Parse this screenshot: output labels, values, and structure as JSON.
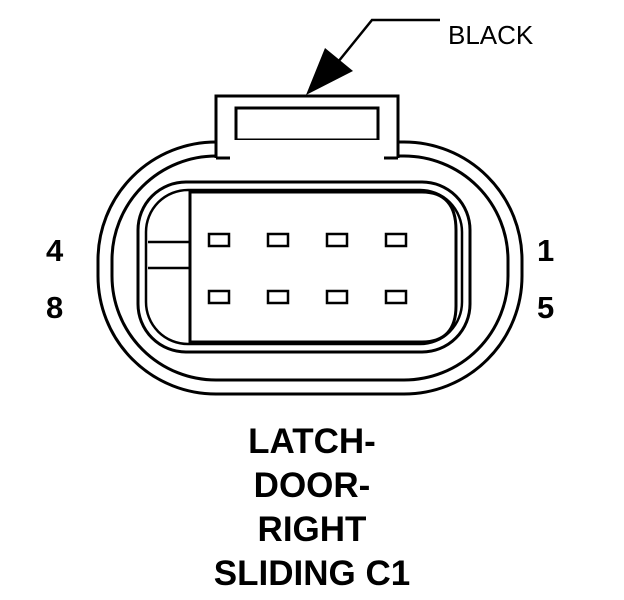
{
  "connector": {
    "color_label": "BLACK",
    "pin_top_left": "4",
    "pin_top_right": "1",
    "pin_bottom_left": "8",
    "pin_bottom_right": "5",
    "pins_per_row": 4,
    "rows": 2
  },
  "title": {
    "line1": "LATCH-",
    "line2": "DOOR-",
    "line3": "RIGHT",
    "line4": "SLIDING C1"
  },
  "colors": {
    "stroke": "#000000",
    "background": "#ffffff"
  }
}
